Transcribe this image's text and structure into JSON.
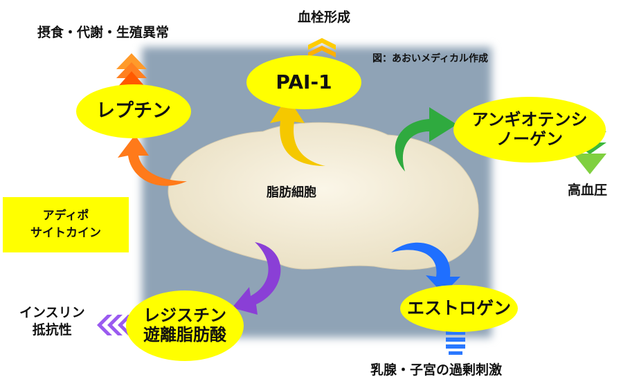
{
  "title_credit": "図：あおいメディカル作成",
  "center": {
    "label": "脂肪細胞"
  },
  "category_box": {
    "line1": "アディポ",
    "line2": "サイトカイン"
  },
  "nodes": {
    "leptin": {
      "label": "レプチン",
      "effect": "摂食・代謝・生殖異常",
      "color": "#ff7a1a"
    },
    "pai1": {
      "label": "PAI-1",
      "effect": "血栓形成",
      "color": "#f5c400"
    },
    "angiotensinogen": {
      "line1": "アンギオテンシ",
      "line2": "ノーゲン",
      "effect": "高血圧",
      "color": "#2faa3f"
    },
    "estrogen": {
      "label": "エストロゲン",
      "effect": "乳腺・子宮の過剰刺激",
      "color": "#1f6fff"
    },
    "resistin": {
      "line1": "レジスチン",
      "line2": "遊離脂肪酸",
      "effect_line1": "インスリン",
      "effect_line2": "抵抗性",
      "color": "#8a3fd6"
    }
  },
  "colors": {
    "node_fill": "#ffff00",
    "background": "#8fa3b6",
    "fat": "#f3ecd6"
  }
}
